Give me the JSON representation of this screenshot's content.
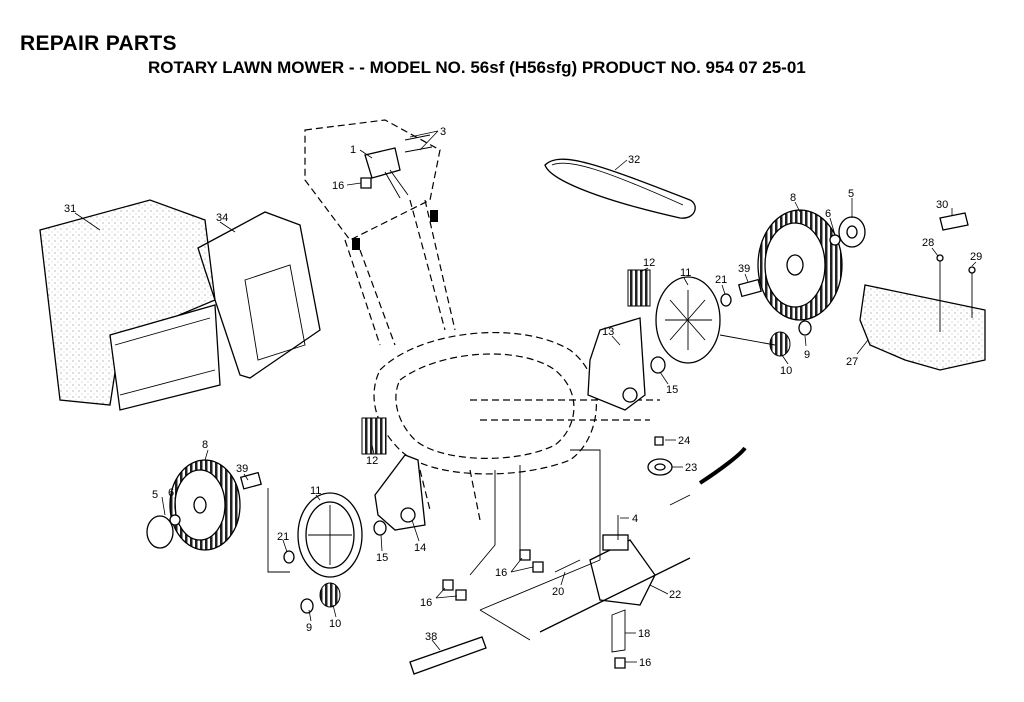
{
  "header": {
    "title": "REPAIR PARTS",
    "subtitle": "ROTARY LAWN MOWER - - MODEL NO. 56sf (H56sfg)  PRODUCT NO. 954 07 25-01"
  },
  "callouts": {
    "c1": "1",
    "c3": "3",
    "c16a": "16",
    "c32": "32",
    "c31": "31",
    "c34": "34",
    "c8a": "8",
    "c5a": "5",
    "c6a": "6",
    "c30": "30",
    "c28": "28",
    "c29": "29",
    "c12a": "12",
    "c11a": "11",
    "c21a": "21",
    "c39a": "39",
    "c13": "13",
    "c15a": "15",
    "c10a": "10",
    "c9a": "9",
    "c27": "27",
    "c24": "24",
    "c23": "23",
    "c12b": "12",
    "c8b": "8",
    "c39b": "39",
    "c5b": "5",
    "c6b": "6",
    "c11b": "11",
    "c21b": "21",
    "c15b": "15",
    "c14": "14",
    "c4": "4",
    "c16b": "16",
    "c16c": "16",
    "c20": "20",
    "c22": "22",
    "c9b": "9",
    "c10b": "10",
    "c38": "38",
    "c18": "18",
    "c16d": "16"
  }
}
